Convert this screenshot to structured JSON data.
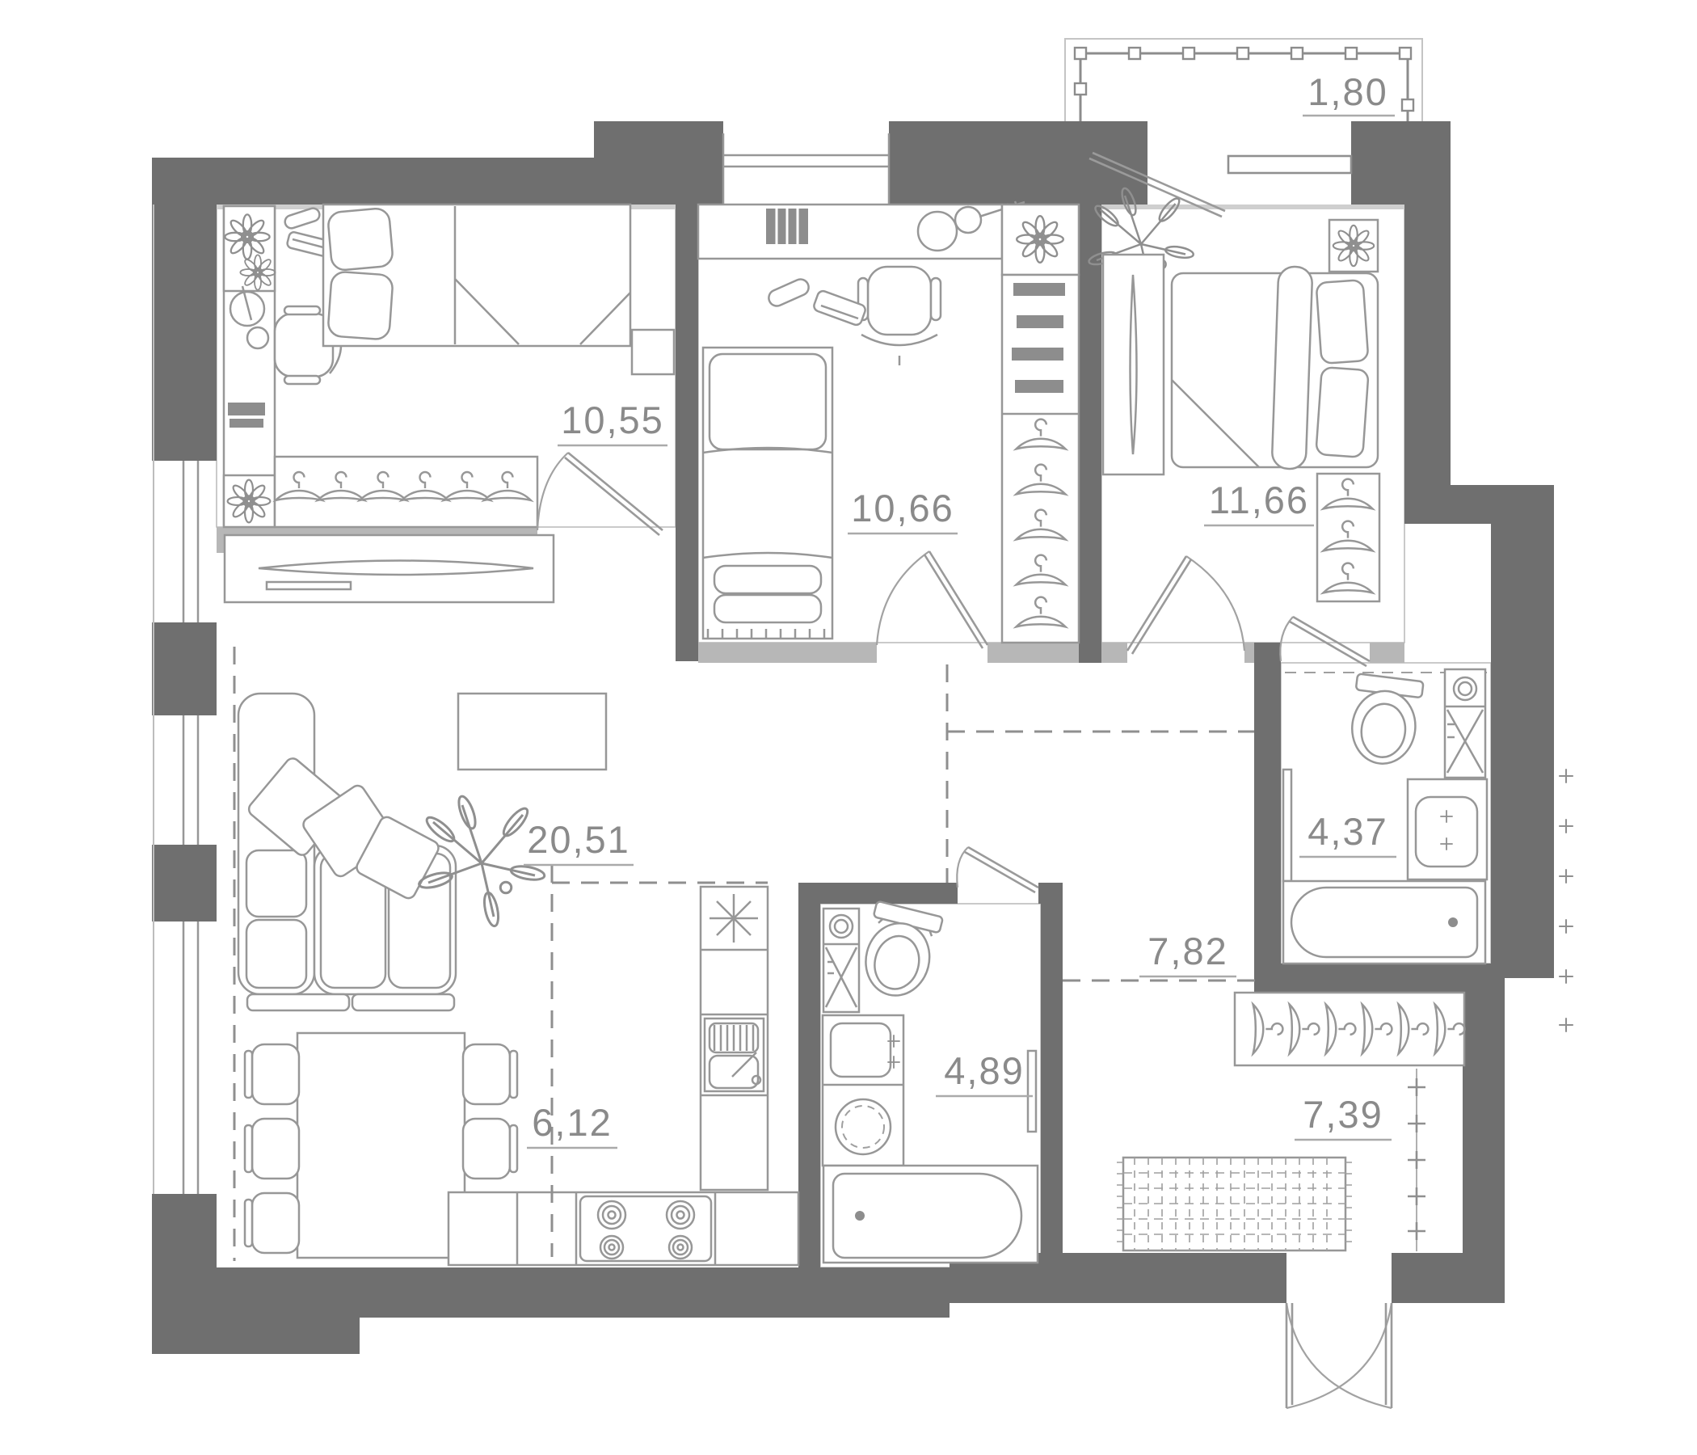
{
  "title": "apartment-floor-plan",
  "colors": {
    "wall": "#6f6f6f",
    "light_wall": "#b7b7b7",
    "furniture_line": "#979797",
    "label_text": "#8a8a8a",
    "background": "#ffffff"
  },
  "rooms": [
    {
      "key": "balcony",
      "area": "1,80"
    },
    {
      "key": "bedroom-1",
      "area": "10,55"
    },
    {
      "key": "bedroom-2",
      "area": "10,66"
    },
    {
      "key": "bedroom-3",
      "area": "11,66"
    },
    {
      "key": "living-room",
      "area": "20,51"
    },
    {
      "key": "kitchen",
      "area": "6,12"
    },
    {
      "key": "bathroom-1",
      "area": "4,89"
    },
    {
      "key": "corridor",
      "area": "7,82"
    },
    {
      "key": "bathroom-2",
      "area": "4,37"
    },
    {
      "key": "hallway",
      "area": "7,39"
    }
  ]
}
